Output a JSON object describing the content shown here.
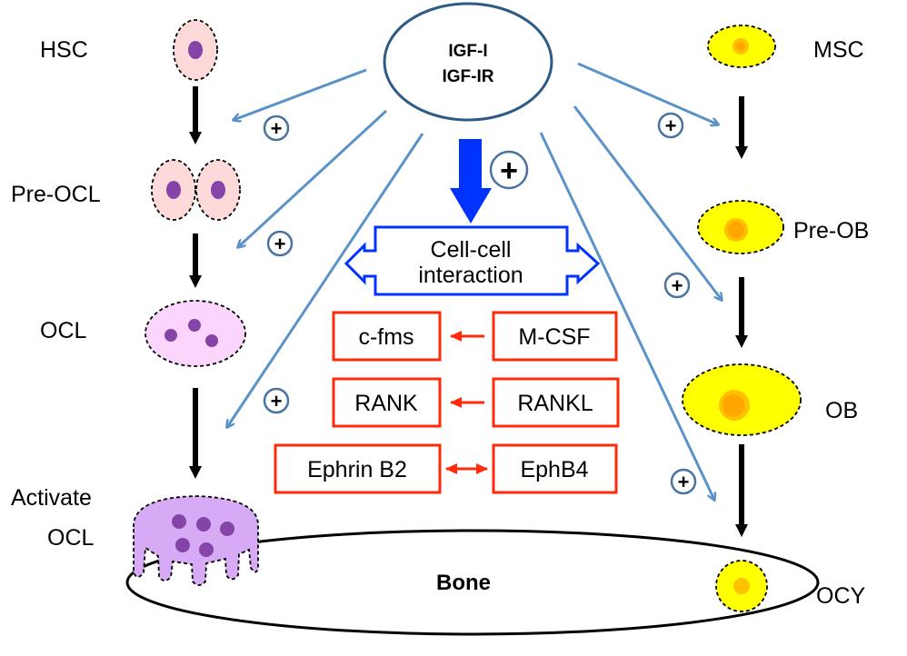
{
  "center": {
    "line1": "IGF-I",
    "line2": "IGF-IR"
  },
  "interaction": {
    "line1": "Cell-cell",
    "line2": "interaction"
  },
  "bone_label": "Bone",
  "plus_symbol": "+",
  "osteoclast_lineage": {
    "stages": [
      "HSC",
      "Pre-OCL",
      "OCL",
      "Activate",
      "OCL"
    ]
  },
  "osteoblast_lineage": {
    "stages": [
      "MSC",
      "Pre-OB",
      "OB",
      "OCY"
    ]
  },
  "pairs": [
    {
      "receptor": "c-fms",
      "ligand": "M-CSF",
      "direction": "ligand-to-receptor"
    },
    {
      "receptor": "RANK",
      "ligand": "RANKL",
      "direction": "ligand-to-receptor"
    },
    {
      "receptor": "Ephrin B2",
      "ligand": "EphB4",
      "direction": "bidirectional"
    }
  ],
  "colors": {
    "effect_arrow": "#5b93c9",
    "center_outline": "#2e5a86",
    "interaction_blue": "#0033ff",
    "pair_red": "#ff2a0a",
    "ocl_cell": "#fdd9d9",
    "ocl_nucleus": "#8544a8",
    "ocl_mature": "#fcd5fc",
    "ocl_active": "#d6aaf4",
    "ob_cell": "#ffff00",
    "ob_nucleus": "#ffa500"
  }
}
